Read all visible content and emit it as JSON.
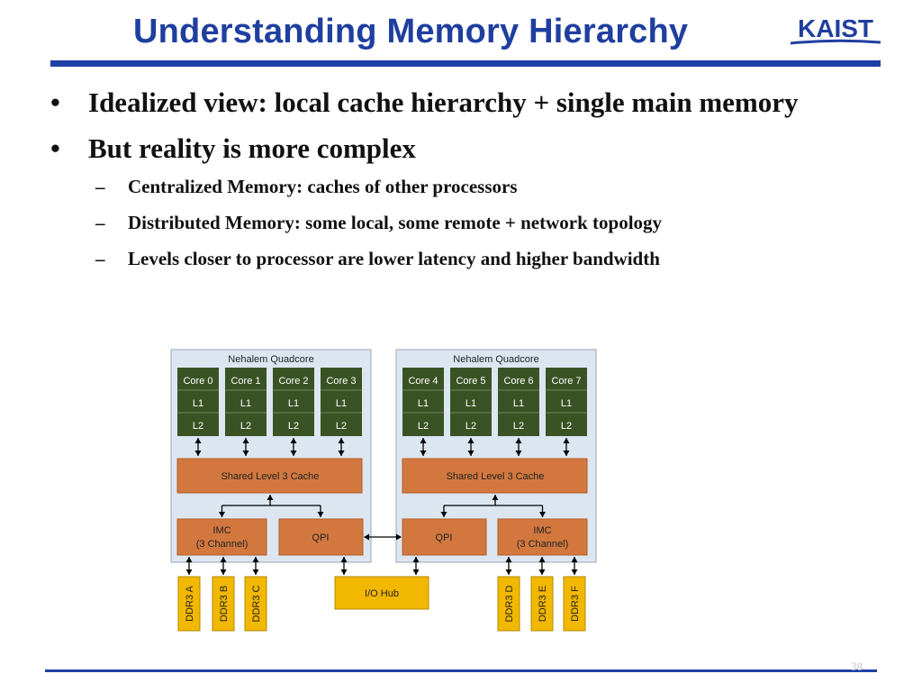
{
  "slide": {
    "title": "Understanding Memory Hierarchy",
    "logo_text": "KAIST",
    "page_number": "38"
  },
  "bullets": [
    {
      "text": "Idealized view: local cache hierarchy + single main memory",
      "marker": "•"
    },
    {
      "text": "But reality is more complex",
      "marker": "•",
      "sub": [
        {
          "text": "Centralized Memory: caches of other processors",
          "marker": "–"
        },
        {
          "text": "Distributed Memory: some  local, some remote + network topology",
          "marker": "–"
        },
        {
          "text": "Levels closer to processor are lower latency and higher bandwidth",
          "marker": "–"
        }
      ]
    }
  ],
  "diagram": {
    "sockets": [
      {
        "label": "Nehalem Quadcore",
        "cores": [
          "Core 0",
          "Core 1",
          "Core 2",
          "Core 3"
        ],
        "l1": "L1",
        "l2": "L2",
        "l3": "Shared Level 3 Cache",
        "imc": [
          "IMC",
          "(3 Channel)"
        ],
        "qpi": "QPI",
        "dimms": [
          "DDR3 A",
          "DDR3 B",
          "DDR3 C"
        ]
      },
      {
        "label": "Nehalem Quadcore",
        "cores": [
          "Core 4",
          "Core 5",
          "Core 6",
          "Core 7"
        ],
        "l1": "L1",
        "l2": "L2",
        "l3": "Shared Level 3 Cache",
        "imc": [
          "IMC",
          "(3 Channel)"
        ],
        "qpi": "QPI",
        "dimms": [
          "DDR3 D",
          "DDR3 E",
          "DDR3 F"
        ]
      }
    ],
    "io_hub": "I/O Hub",
    "colors": {
      "socket_bg": "#dce6f1",
      "core": "#3a5325",
      "cache": "#d2783f",
      "dimm": "#f2b800",
      "brand": "#1f3f9f"
    }
  }
}
